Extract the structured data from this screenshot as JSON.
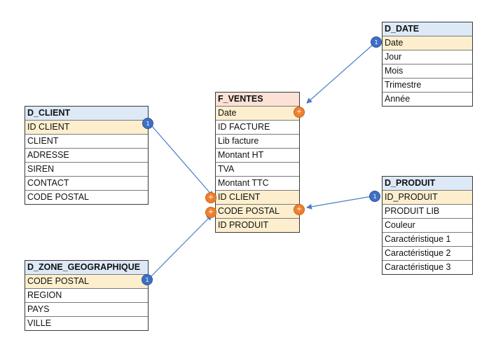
{
  "tables": {
    "d_date": {
      "title": "D_DATE",
      "rows": [
        "Date",
        "Jour",
        "Mois",
        "Trimestre",
        "Année"
      ]
    },
    "f_ventes": {
      "title": "F_VENTES",
      "rows": [
        "Date",
        "ID FACTURE",
        "Lib facture",
        "Montant HT",
        "TVA",
        "Montant TTC",
        "ID CLIENT",
        "CODE POSTAL",
        "ID PRODUIT"
      ]
    },
    "d_client": {
      "title": "D_CLIENT",
      "rows": [
        "ID CLIENT",
        "CLIENT",
        "ADRESSE",
        "SIREN",
        "CONTACT",
        "CODE POSTAL"
      ]
    },
    "d_produit": {
      "title": "D_PRODUIT",
      "rows": [
        "ID_PRODUIT",
        "PRODUIT LIB",
        "Couleur",
        "Caractéristique 1",
        "Caractéristique 2",
        "Caractéristique 3"
      ]
    },
    "d_zone": {
      "title": "D_ZONE_GEOGRAPHIQUE",
      "rows": [
        "CODE POSTAL",
        "REGION",
        "PAYS",
        "VILLE"
      ]
    }
  },
  "badges": {
    "one_label": "1",
    "many_label": "+"
  },
  "colors": {
    "dimension_header": "#dde9f7",
    "fact_header": "#fbe1d6",
    "key_row": "#fdefce",
    "connector": "#4a7cc9",
    "one_badge": "#3f6fc4",
    "many_badge": "#ef7f2e"
  }
}
